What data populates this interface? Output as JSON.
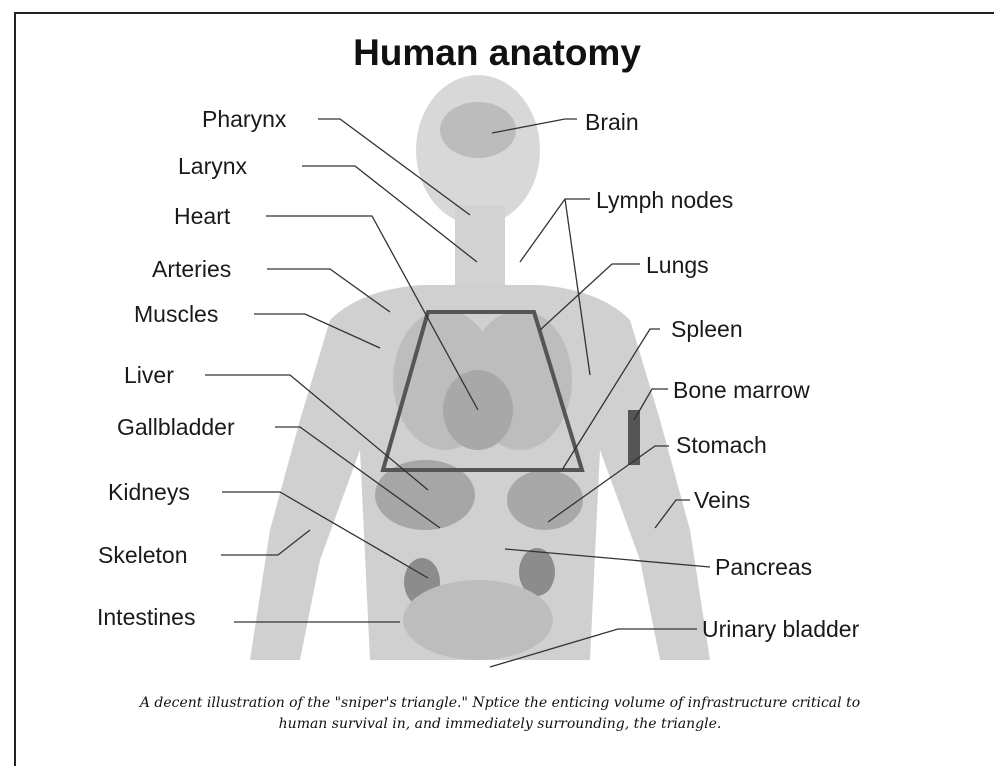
{
  "title": "Human anatomy",
  "labels": {
    "pharynx": "Pharynx",
    "larynx": "Larynx",
    "heart": "Heart",
    "arteries": "Arteries",
    "muscles": "Muscles",
    "liver": "Liver",
    "gallbladder": "Gallbladder",
    "kidneys": "Kidneys",
    "skeleton": "Skeleton",
    "intestines": "Intestines",
    "brain": "Brain",
    "lymph_nodes": "Lymph nodes",
    "lungs": "Lungs",
    "spleen": "Spleen",
    "bone_marrow": "Bone marrow",
    "stomach": "Stomach",
    "veins": "Veins",
    "pancreas": "Pancreas",
    "urinary_bladder": "Urinary bladder"
  },
  "caption_line1": "A decent illustration of the \"sniper's triangle.\" Nptice the enticing volume of infrastructure critical to",
  "caption_line2": "human survival in, and immediately surrounding, the triangle.",
  "colors": {
    "body_fill": "#cfcfcf",
    "organ_fill": "#9a9a9a",
    "triangle_stroke": "#555555",
    "text": "#1a1a1a"
  }
}
